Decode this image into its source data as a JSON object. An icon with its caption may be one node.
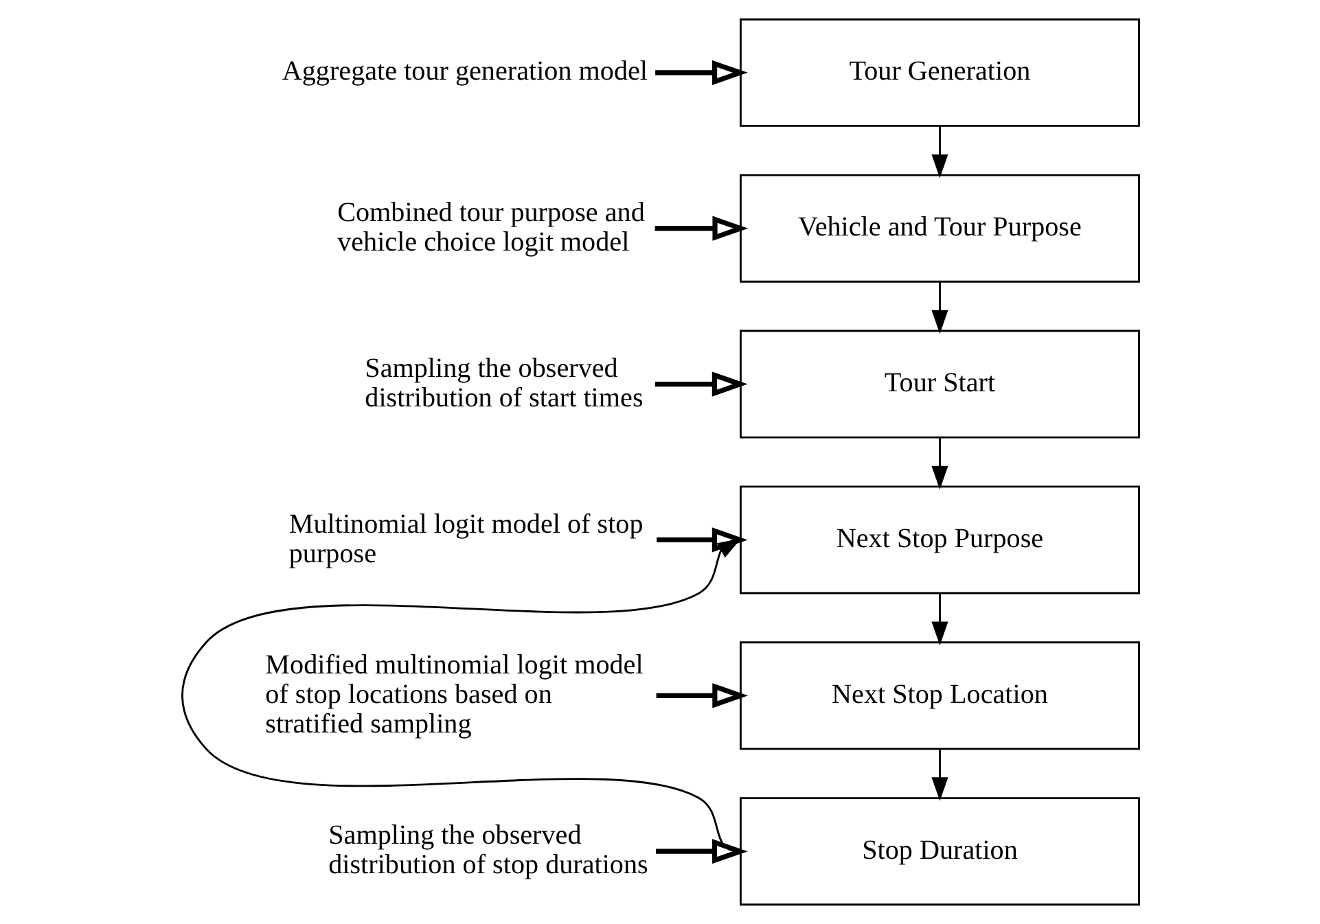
{
  "diagram": {
    "nodes": [
      {
        "text": [
          "Tour Generation"
        ]
      },
      {
        "text": [
          "Vehicle and Tour Purpose"
        ]
      },
      {
        "text": [
          "Tour Start"
        ]
      },
      {
        "text": [
          "Next Stop Purpose"
        ]
      },
      {
        "text": [
          "Next Stop Location"
        ]
      },
      {
        "text": [
          "Stop Duration"
        ]
      },
      {
        "text": [
          "Aggregate tour generation model"
        ]
      },
      {
        "text": [
          "Combined tour purpose and vehicle choice logit model"
        ]
      },
      {
        "text": [
          "Sampling the observed distribution of start times"
        ]
      },
      {
        "text": [
          "Multinomial logit model of stop purpose"
        ]
      },
      {
        "text": [
          "Modified multinomial logit model of stop locations based on stratified sampling"
        ]
      },
      {
        "text": [
          "Sampling the observed distribution of stop durations"
        ]
      }
    ],
    "edges": [
      {
        "from": 0,
        "to": 1,
        "arrow": "to"
      },
      {
        "from": 1,
        "to": 2,
        "arrow": "to"
      },
      {
        "from": 2,
        "to": 3,
        "arrow": "to"
      },
      {
        "from": 3,
        "to": 4,
        "arrow": "to"
      },
      {
        "from": 4,
        "to": 5,
        "arrow": "to"
      },
      {
        "from": 5,
        "to": 3,
        "arrow": "to"
      },
      {
        "from": 6,
        "to": 0,
        "arrow": "to",
        "style": "thick"
      },
      {
        "from": 7,
        "to": 1,
        "arrow": "to",
        "style": "thick"
      },
      {
        "from": 8,
        "to": 2,
        "arrow": "to",
        "style": "thick"
      },
      {
        "from": 9,
        "to": 3,
        "arrow": "to",
        "style": "thick"
      },
      {
        "from": 10,
        "to": 4,
        "arrow": "to",
        "style": "thick"
      },
      {
        "from": 11,
        "to": 5,
        "arrow": "to",
        "style": "thick"
      }
    ]
  }
}
